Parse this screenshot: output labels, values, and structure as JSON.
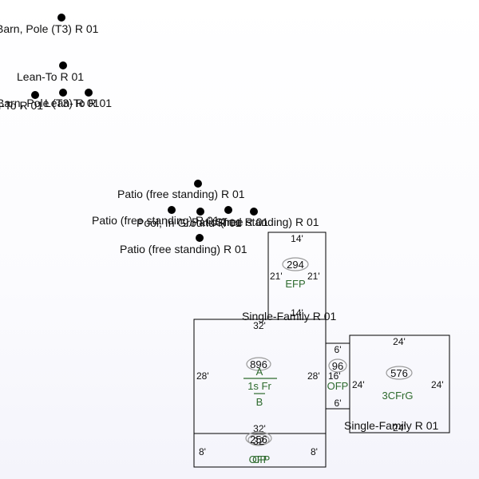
{
  "points": {
    "barn_pole_top": "Barn, Pole (T3) R 01",
    "lean_to": "Lean-To R 01",
    "barn_pole_left": "Barn, Pole (T3) R 01",
    "lean_to_under": "Lean-To R 01",
    "lean_to_right": "Lean-To R 01",
    "patio_top": "Patio (free standing) R 01",
    "patio_mid_left": "Patio (free standing) R 01",
    "pool_in_ground": "Pool, In Ground R 01",
    "shed": "Shed R 01",
    "patio_mid_right": "Patio (free standing) R 01",
    "patio_bottom": "Patio (free standing) R 01"
  },
  "efp": {
    "top_dim": "14'",
    "left_dim": "21'",
    "right_dim": "21'",
    "bottom_dim": "14'",
    "area": "294",
    "code": "EFP"
  },
  "main": {
    "label": "Single-Family R 01",
    "top_dim": "32'",
    "left_dim": "28'",
    "right_dim": "28'",
    "area": "896",
    "code_a": "A",
    "code_1s": "1s Fr",
    "code_b": "B"
  },
  "ofp": {
    "top_dim": "6'",
    "side_dim": "16'",
    "bottom_dim": "6'",
    "area": "96",
    "code": "OFP"
  },
  "garage": {
    "label": "Single-Family R 01",
    "top_dim": "24'",
    "left_dim": "24'",
    "right_dim": "24'",
    "bottom_dim": "24'",
    "area": "576",
    "code": "3CFrG"
  },
  "lower": {
    "top_dim": "32'",
    "left_dim": "8'",
    "right_dim": "8'",
    "area_a": "256",
    "area_b": "32",
    "code_a": "OFP",
    "code_b": "CP"
  }
}
